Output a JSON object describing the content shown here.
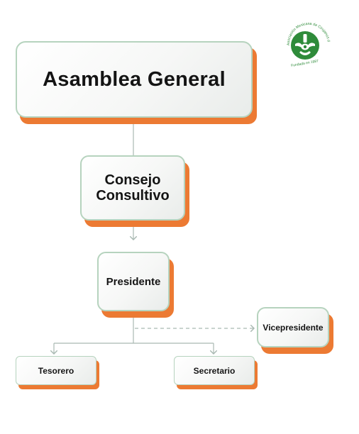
{
  "nodes": {
    "asamblea": "Asamblea General",
    "consejo_line1": "Consejo",
    "consejo_line2": "Consultivo",
    "presidente": "Presidente",
    "vicepresidente": "Vicepresidente",
    "tesorero": "Tesorero",
    "secretario": "Secretario"
  },
  "logo": {
    "ring_text": "Asociación Mexicana de Cirujanos de Columna",
    "founded_text": "Fundada en 1987",
    "color": "#2e8b3a"
  },
  "colors": {
    "accent_shadow": "#ec7a33",
    "border": "#b6d3be",
    "connector": "#a9b9b2"
  }
}
